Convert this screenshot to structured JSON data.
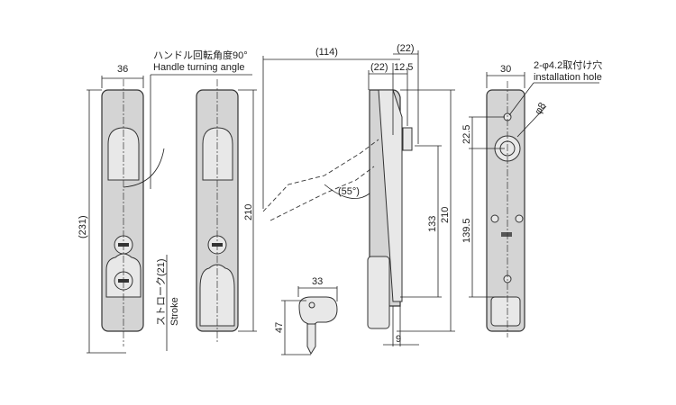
{
  "front_view": {
    "width_label": "36",
    "total_height_label": "(231)",
    "handle_angle_jp": "ハンドル回転角度90°",
    "handle_angle_en": "Handle turning angle"
  },
  "front_view_2": {
    "height_label": "210",
    "stroke_jp": "ストローク(21)",
    "stroke_en": "Stroke"
  },
  "side_view": {
    "reach_label": "(114)",
    "top_offset_label": "(22)",
    "depth_label": "(22)",
    "pitch_label": "12.5",
    "angle_label": "(55°)",
    "height_133": "133",
    "height_210": "210",
    "bottom_label": "9"
  },
  "key_view": {
    "width_label": "33",
    "height_label": "47"
  },
  "rear_view": {
    "width_label": "30",
    "hole_jp": "2-φ4.2取付け穴",
    "hole_en": "installation hole",
    "dia_label": "φ8",
    "top_label": "22.5",
    "pitch_label": "139.5"
  }
}
